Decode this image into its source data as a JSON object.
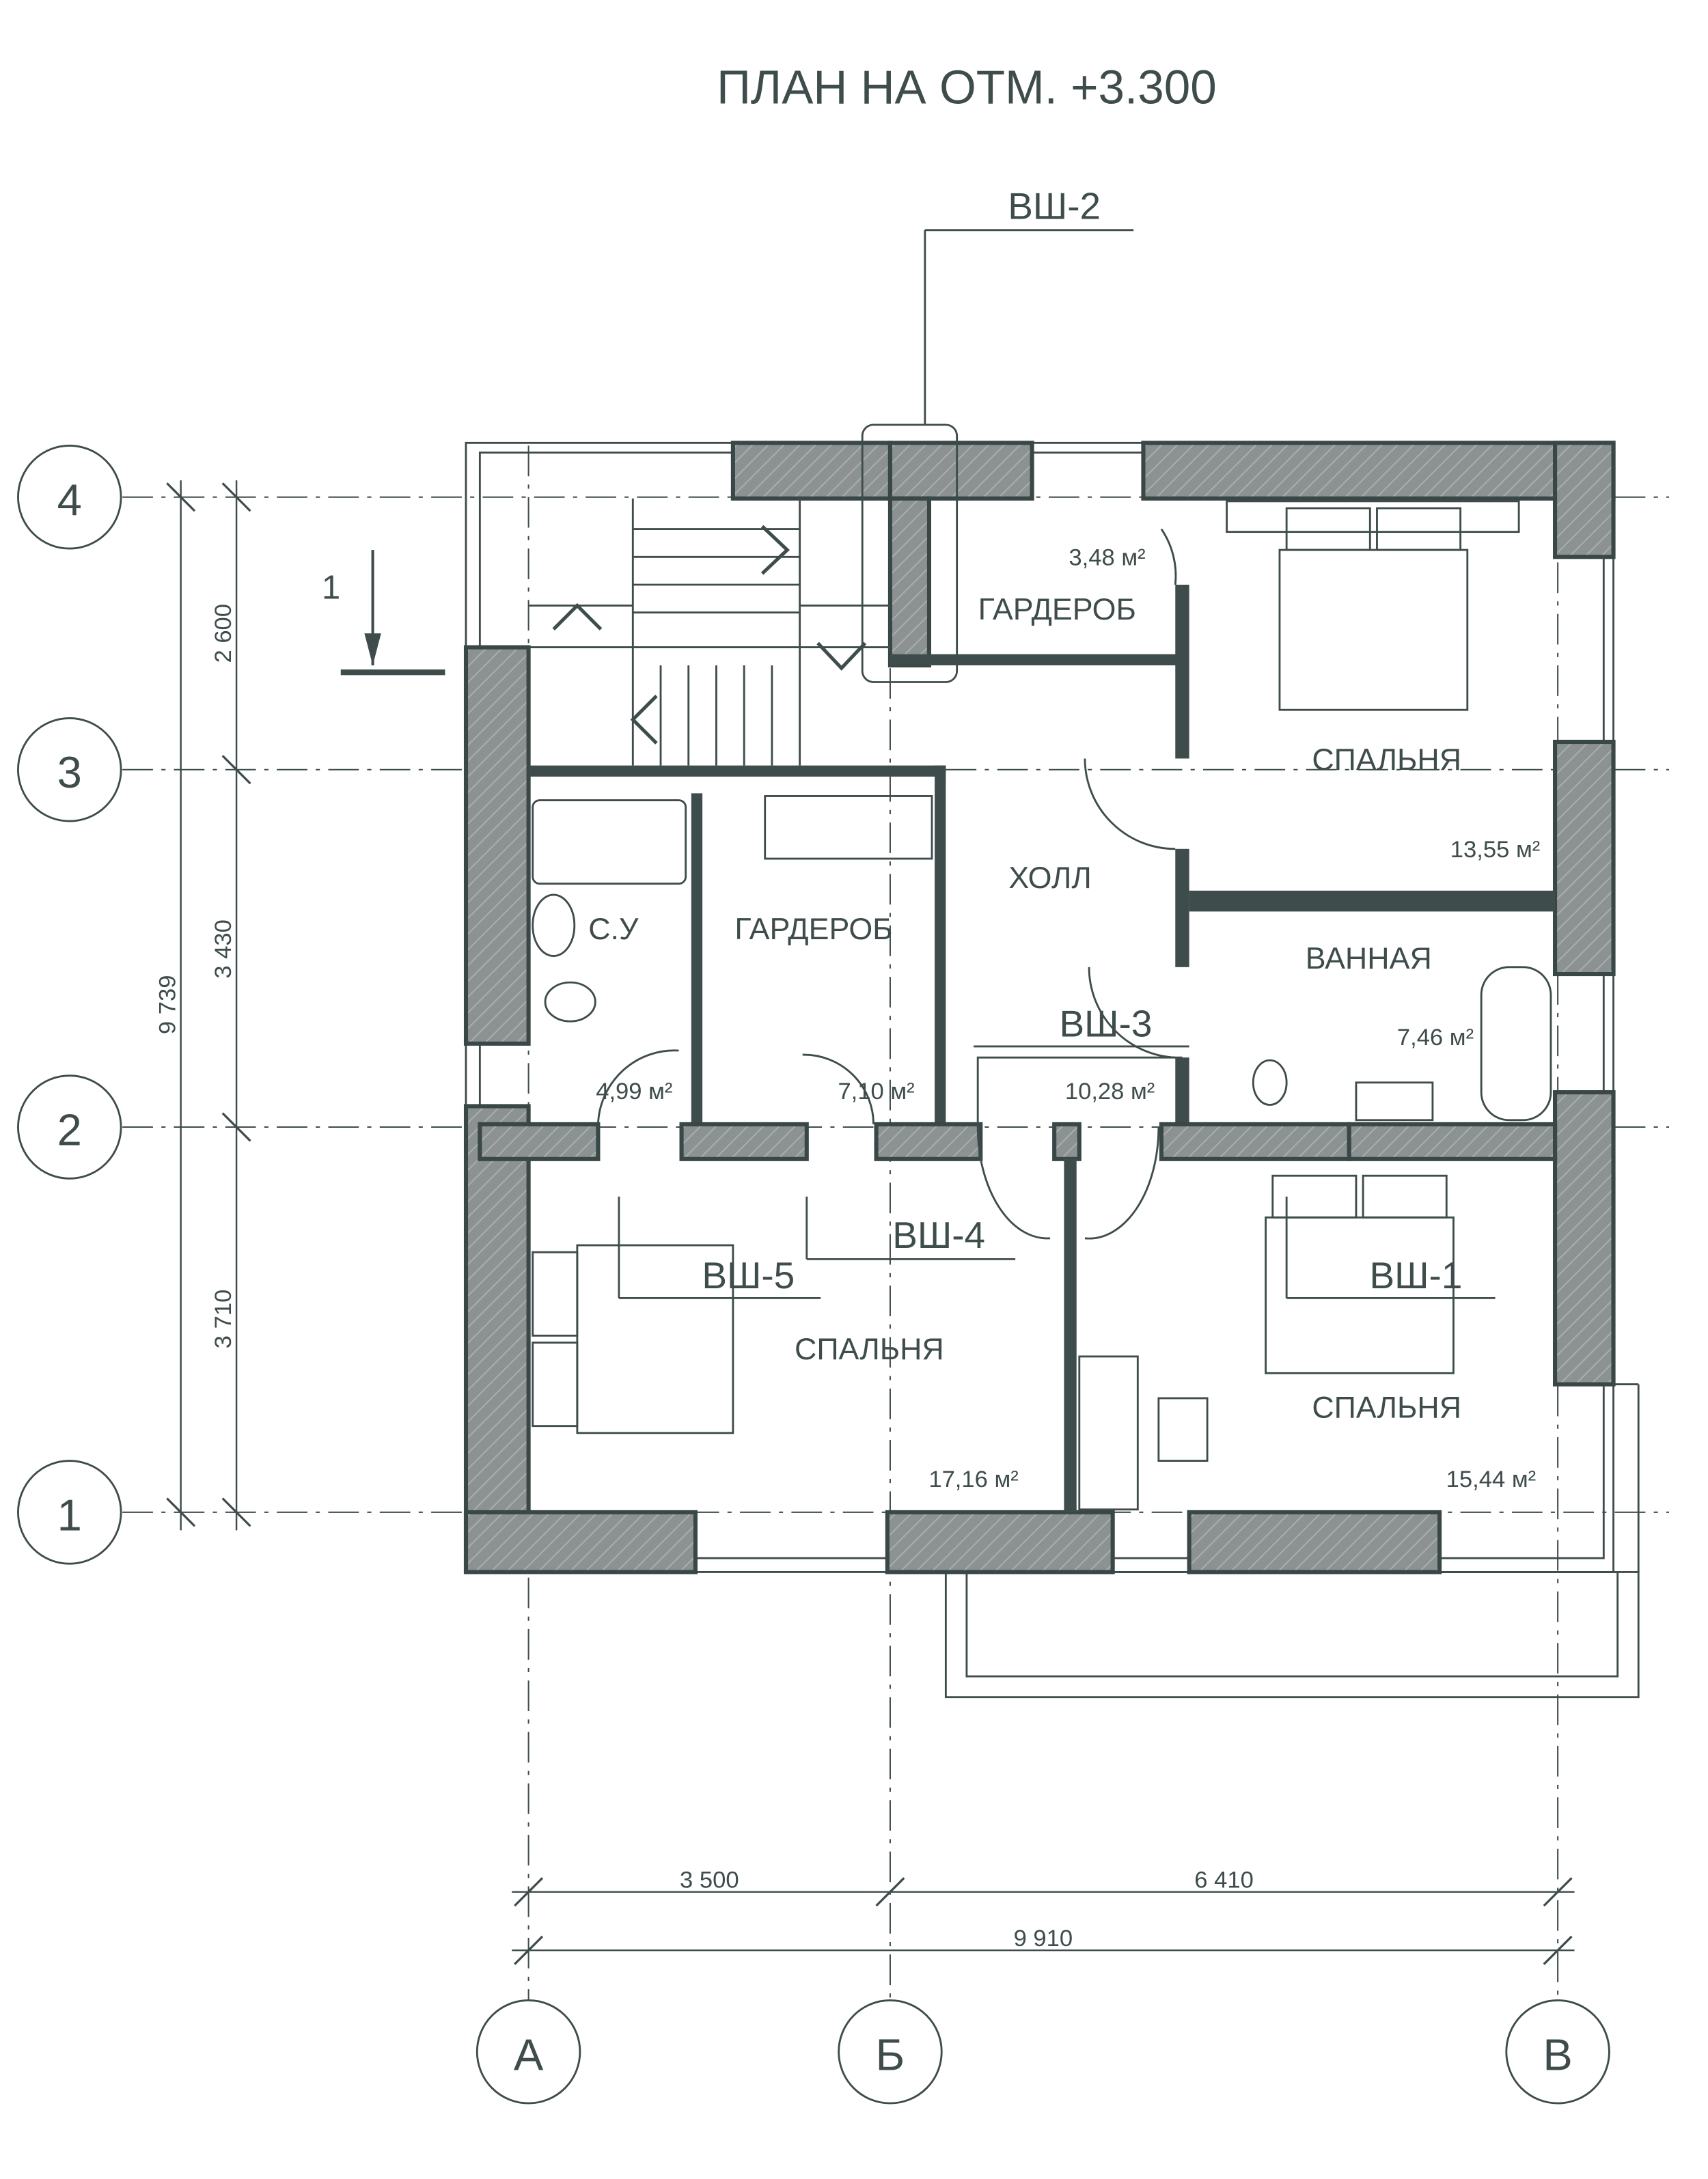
{
  "title": "ПЛАН НА ОТМ. +3.300",
  "axes": {
    "rows": [
      "4",
      "3",
      "2",
      "1"
    ],
    "columns": [
      "А",
      "Б",
      "В"
    ]
  },
  "dimensions": {
    "vertical": {
      "d1": "2 600",
      "d2": "3 430",
      "d3": "3 710",
      "total": "9 739"
    },
    "horizontal": {
      "d1": "3 500",
      "d2": "6 410",
      "total": "9 910"
    }
  },
  "section_mark": "1",
  "shafts": [
    "ВШ-1",
    "ВШ-2",
    "ВШ-3",
    "ВШ-4",
    "ВШ-5"
  ],
  "rooms": [
    {
      "name": "ГАРДЕРОБ",
      "area": "3,48 м²"
    },
    {
      "name": "СПАЛЬНЯ",
      "area": "13,55 м²"
    },
    {
      "name": "ХОЛЛ",
      "area": "10,28 м²"
    },
    {
      "name": "ВАННАЯ",
      "area": "7,46 м²"
    },
    {
      "name": "С.У",
      "area": "4,99 м²"
    },
    {
      "name": "ГАРДЕРОБ",
      "area": "7,10 м²"
    },
    {
      "name": "СПАЛЬНЯ",
      "area": "17,16 м²"
    },
    {
      "name": "СПАЛЬНЯ",
      "area": "15,44 м²"
    }
  ],
  "colors": {
    "ink": "#3f4c4c",
    "wall": "#8c9191"
  }
}
